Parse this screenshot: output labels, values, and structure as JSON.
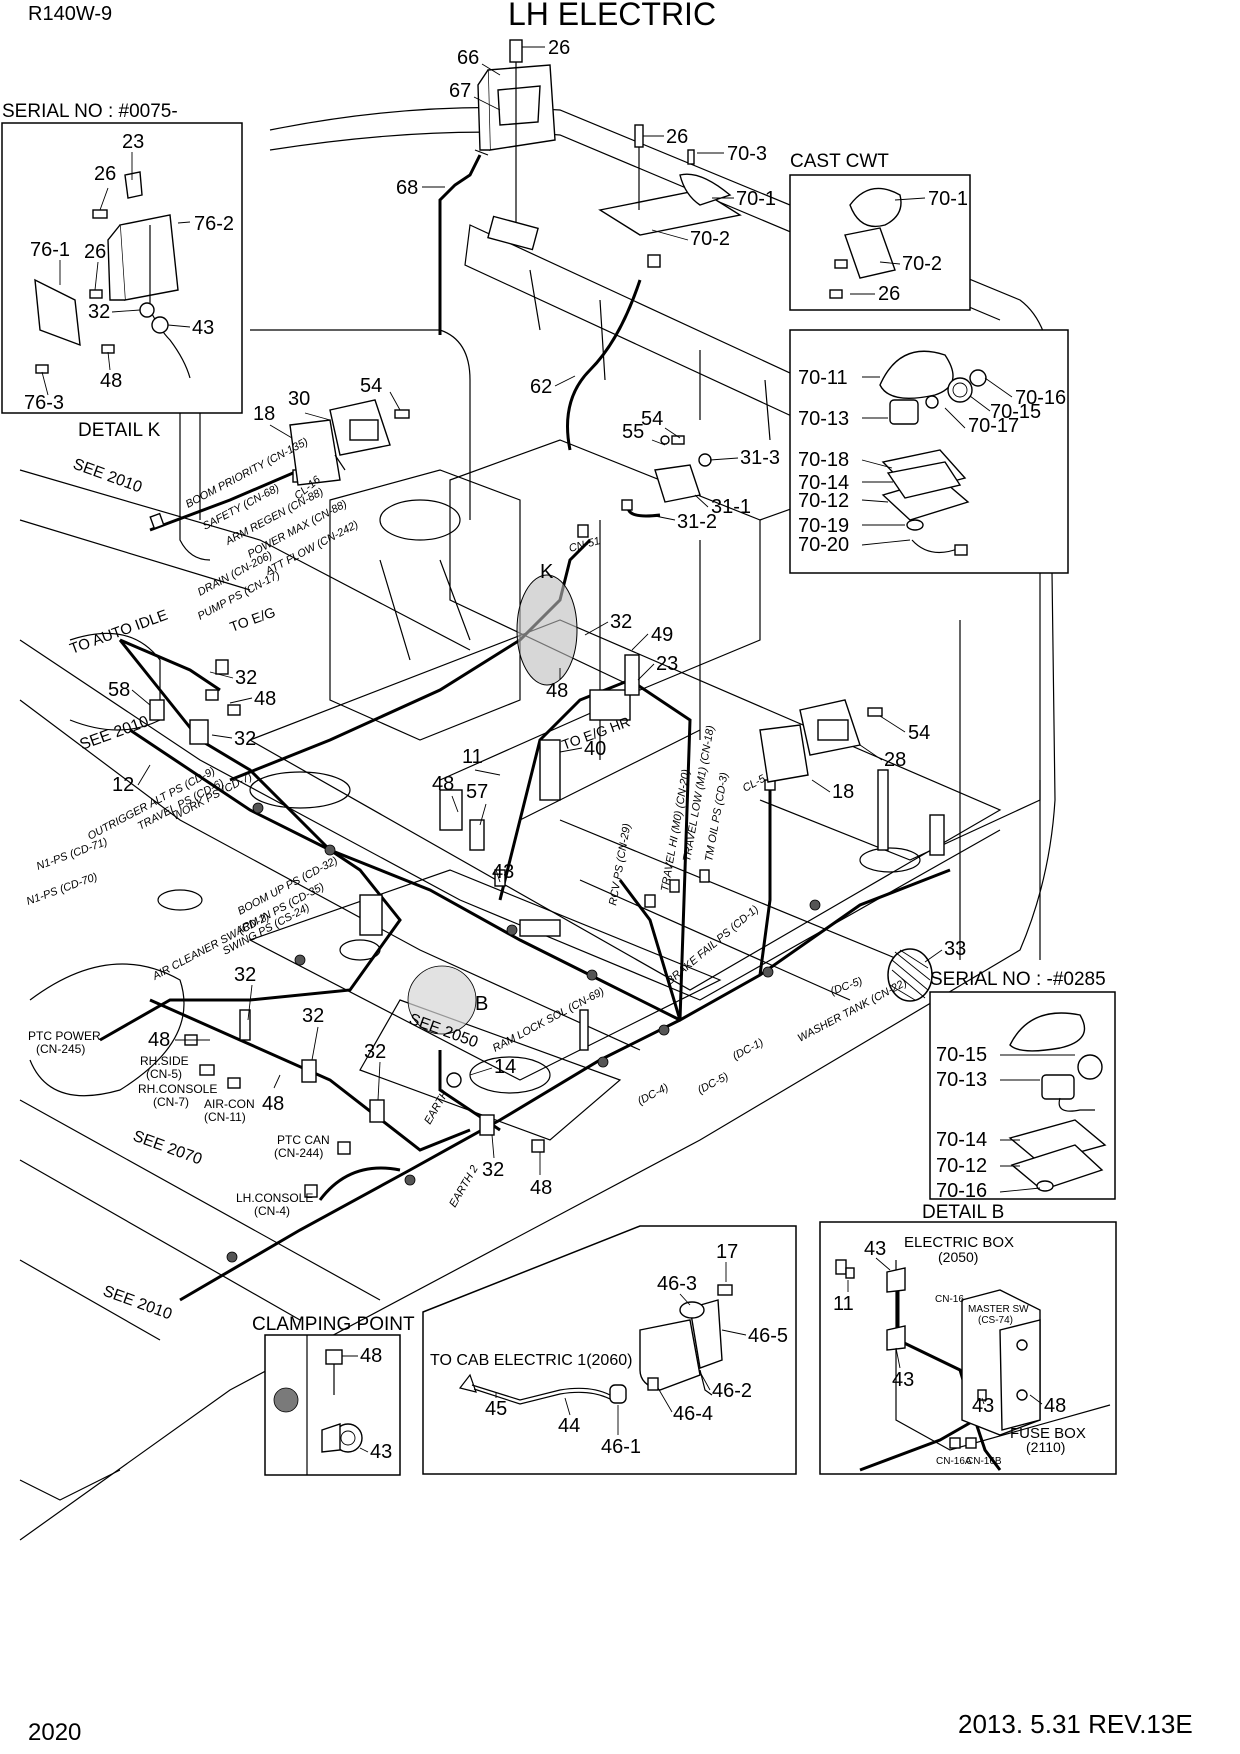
{
  "header": {
    "model": "R140W-9",
    "title": "LH ELECTRIC"
  },
  "footer": {
    "page_number": "2020",
    "revision": "2013. 5.31  REV.13E"
  },
  "details": {
    "serial_top": "SERIAL NO : #0075-",
    "detail_k": "DETAIL K",
    "cast_cwt": "CAST CWT",
    "serial_bottom": "SERIAL NO : -#0285",
    "detail_b": "DETAIL B",
    "clamping_point": "CLAMPING POINT",
    "to_cab": "TO CAB ELECTRIC 1(2060)",
    "electric_box": "ELECTRIC BOX",
    "electric_box_ref": "(2050)",
    "fuse_box": "FUSE BOX",
    "fuse_box_ref": "(2110)",
    "master_sw": "MASTER SW",
    "master_sw_code": "(CS-74)",
    "cn16": "CN-16",
    "cn16a": "CN-16A",
    "cn16b": "CN-16B",
    "mark_k": "K",
    "mark_b": "B"
  },
  "callouts": {
    "c26": "26",
    "c66": "66",
    "c67": "67",
    "c68": "68",
    "c70_1": "70-1",
    "c70_2": "70-2",
    "c70_3": "70-3",
    "c62": "62",
    "c23": "23",
    "c76_1": "76-1",
    "c76_2": "76-2",
    "c76_3": "76-3",
    "c32": "32",
    "c43": "43",
    "c48": "48",
    "c30": "30",
    "c18": "18",
    "c54": "54",
    "c55": "55",
    "c31_1": "31-1",
    "c31_2": "31-2",
    "c31_3": "31-3",
    "c70_11": "70-11",
    "c70_12": "70-12",
    "c70_13": "70-13",
    "c70_14": "70-14",
    "c70_15": "70-15",
    "c70_16": "70-16",
    "c70_17": "70-17",
    "c70_18": "70-18",
    "c70_19": "70-19",
    "c70_20": "70-20",
    "c58": "58",
    "c12": "12",
    "c49": "49",
    "c40": "40",
    "c11": "11",
    "c57": "57",
    "c28": "28",
    "c33": "33",
    "c14": "14",
    "c17": "17",
    "c46_1": "46-1",
    "c46_2": "46-2",
    "c46_3": "46-3",
    "c46_4": "46-4",
    "c46_5": "46-5",
    "c44": "44",
    "c45": "45"
  },
  "wire_labels": {
    "see_2010": "SEE 2010",
    "see_2050": "SEE 2050",
    "see_2070": "SEE 2070",
    "to_auto_idle": "TO AUTO IDLE",
    "to_eg": "TO E/G",
    "to_eg_hr": "TO E/G HR",
    "boom_priority": "BOOM PRIORITY (CN-135)",
    "safety": "SAFETY (CN-68)",
    "arm_regen": "ARM REGEN (CN-88)",
    "power_max": "POWER MAX (CN-88)",
    "att_flow": "ATT FLOW (CN-242)",
    "drain": "DRAIN (CN-206)",
    "pump_ps": "PUMP PS (CN-17)",
    "cn51": "CN-51",
    "cn16_top": "CL-16",
    "outrigger": "OUTRIGGER ALT PS (CD-9)",
    "travel_ps": "TRAVEL PS (CD-6)",
    "work_ps": "WORK PS (CD-7)",
    "n1_ps": "N1-PS (CD-71)",
    "n1_ps_b": "N1-PS (CD-70)",
    "boom_up": "BOOM UP PS (CD-32)",
    "arm_in": "ARM IN PS (CD-35)",
    "swing_ps": "SWING PS (CS-24)",
    "air_cleaner": "AIR CLEANER SW (CD-2)",
    "ptc_power": "PTC POWER",
    "ptc_power_code": "(CN-245)",
    "rh_side": "RH.SIDE",
    "rh_side_code": "(CN-5)",
    "rh_console": "RH.CONSOLE",
    "rh_console_code": "(CN-7)",
    "air_con": "AIR-CON",
    "air_con_code": "(CN-11)",
    "ptc_can": "PTC CAN",
    "ptc_can_code": "(CN-244)",
    "lh_console": "LH.CONSOLE",
    "lh_console_code": "(CN-4)",
    "earth": "EARTH",
    "earth2": "EARTH 2",
    "ram_lock": "RAM LOCK SOL (CN-69)",
    "rcv_ps": "RCV PS (CN-29)",
    "travel_hi": "TRAVEL HI (M0) (CN-20)",
    "travel_low": "TRAVEL LOW (M1) (CN-18)",
    "tm_oil": "TM OIL PS (CD-3)",
    "brake_fail": "BRAKE FAIL PS (CD-1)",
    "washer_tank": "WASHER TANK (CN-22)",
    "dc5": "(DC-5)",
    "dc4": "(DC-4)",
    "dc1": "(DC-1)",
    "cl5": "CL-5"
  }
}
